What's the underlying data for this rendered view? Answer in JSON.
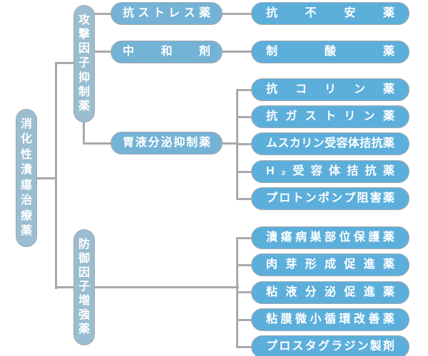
{
  "colors": {
    "category-fill": "#9abdd0",
    "mid-fill": "#74b3d6",
    "leaf-fill": "#5dafdb",
    "shape-border": "#a2a9ad",
    "line": "#a9a9a9",
    "text": "#ffffff",
    "background": "#ffffff"
  },
  "tree": {
    "root": {
      "label": "消化性潰瘍治療薬"
    },
    "branches": [
      {
        "label": "攻撃因子抑制薬",
        "groups": [
          {
            "label": "抗ストレス薬",
            "children": [
              {
                "label": "抗不安薬"
              }
            ]
          },
          {
            "label": "中和剤",
            "children": [
              {
                "label": "制酸薬"
              }
            ]
          },
          {
            "label": "胃液分泌抑制薬",
            "children": [
              {
                "label": "抗コリン薬"
              },
              {
                "label": "抗ガストリン薬"
              },
              {
                "label": "ムスカリン受容体拮抗薬"
              },
              {
                "label": "H₂受容体拮抗薬"
              },
              {
                "label": "プロトンポンプ阻害薬"
              }
            ]
          }
        ]
      },
      {
        "label": "防御因子増強薬",
        "children": [
          {
            "label": "潰瘍病巣部位保護薬"
          },
          {
            "label": "肉芽形成促進薬"
          },
          {
            "label": "粘液分泌促進薬"
          },
          {
            "label": "粘膜微小循環改善薬"
          },
          {
            "label": "プロスタグラジン製剤"
          }
        ]
      }
    ]
  }
}
